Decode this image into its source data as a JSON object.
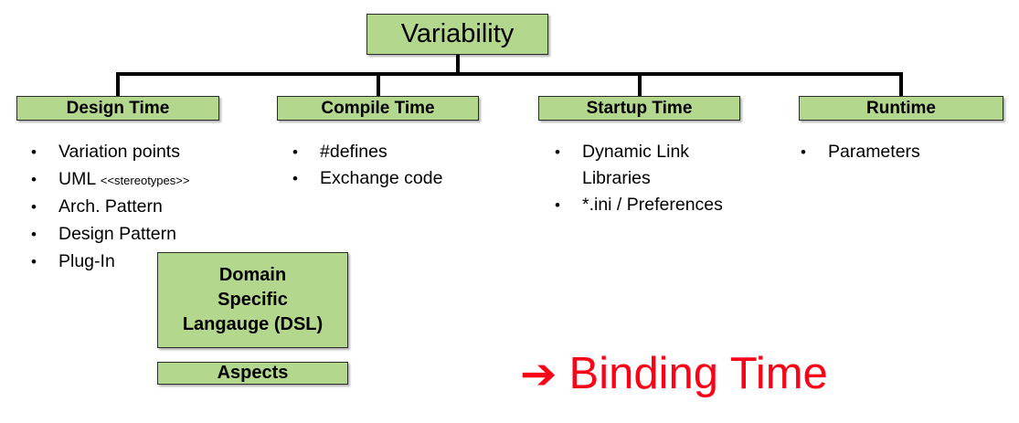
{
  "diagram": {
    "root": {
      "label": "Variability"
    },
    "categories": [
      {
        "label": "Design Time"
      },
      {
        "label": "Compile Time"
      },
      {
        "label": "Startup Time"
      },
      {
        "label": "Runtime"
      }
    ],
    "bullet_marker": "•",
    "lists": {
      "design_time": [
        {
          "text": "Variation points",
          "sub": ""
        },
        {
          "text": "UML ",
          "sub": "<<stereotypes>>"
        },
        {
          "text": "Arch. Pattern",
          "sub": ""
        },
        {
          "text": "Design Pattern",
          "sub": ""
        },
        {
          "text": "Plug-In",
          "sub": ""
        }
      ],
      "compile_time": [
        {
          "text": "#defines",
          "sub": ""
        },
        {
          "text": "Exchange code",
          "sub": ""
        }
      ],
      "startup_time": [
        {
          "text": "Dynamic Link Libraries",
          "sub": ""
        },
        {
          "text": "*.ini / Preferences",
          "sub": ""
        }
      ],
      "runtime": [
        {
          "text": "Parameters",
          "sub": ""
        }
      ]
    },
    "extra_nodes": {
      "dsl": {
        "line1": "Domain",
        "line2": "Specific",
        "line3": "Langauge (DSL)"
      },
      "aspects": {
        "label": "Aspects"
      }
    },
    "callout": {
      "arrow_glyph": "➔",
      "label": "Binding Time",
      "color": "#fb0316"
    },
    "colors": {
      "node_fill": "#b3d78c",
      "node_border": "#2b2b2b",
      "line": "#000000",
      "text": "#000000",
      "callout": "#fb0316"
    }
  }
}
